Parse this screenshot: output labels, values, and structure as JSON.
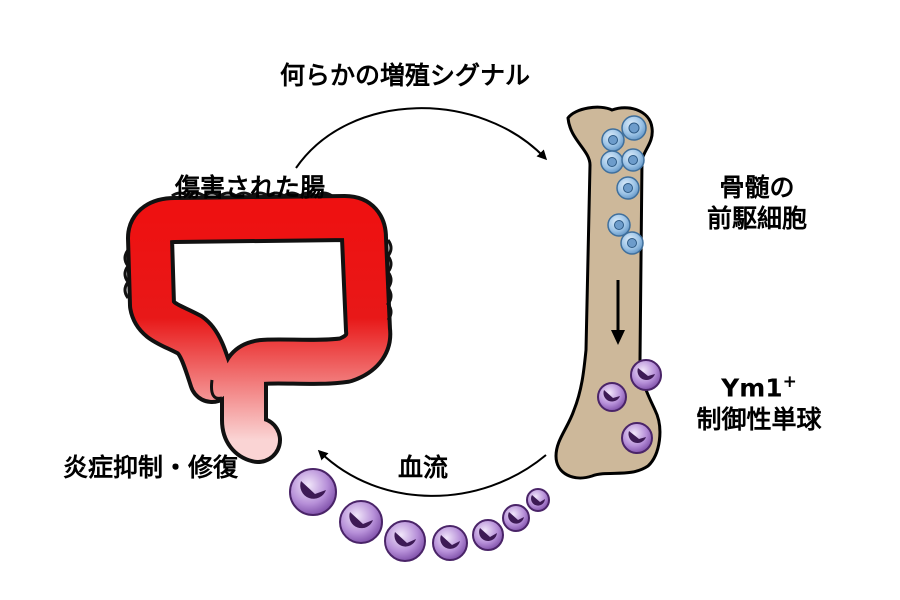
{
  "labels": {
    "top_signal": "何らかの増殖シグナル",
    "damaged_gut": "傷害された腸",
    "bone_marrow_line1": "骨髄の",
    "bone_marrow_line2": "前駆細胞",
    "ym1_main": "Ym1",
    "ym1_sup": "+",
    "monocyte": "制御性単球",
    "blood_flow": "血流",
    "outcome": "炎症抑制・修復"
  },
  "colors": {
    "gut_top": "#ee1111",
    "gut_bottom": "#f8c8c8",
    "bone": "#cdb89a",
    "progenitor_cell": "#8ab7e0",
    "monocyte": "#8a59b8",
    "monocyte_nucleus": "#3d1a55",
    "arrow": "#000000"
  }
}
